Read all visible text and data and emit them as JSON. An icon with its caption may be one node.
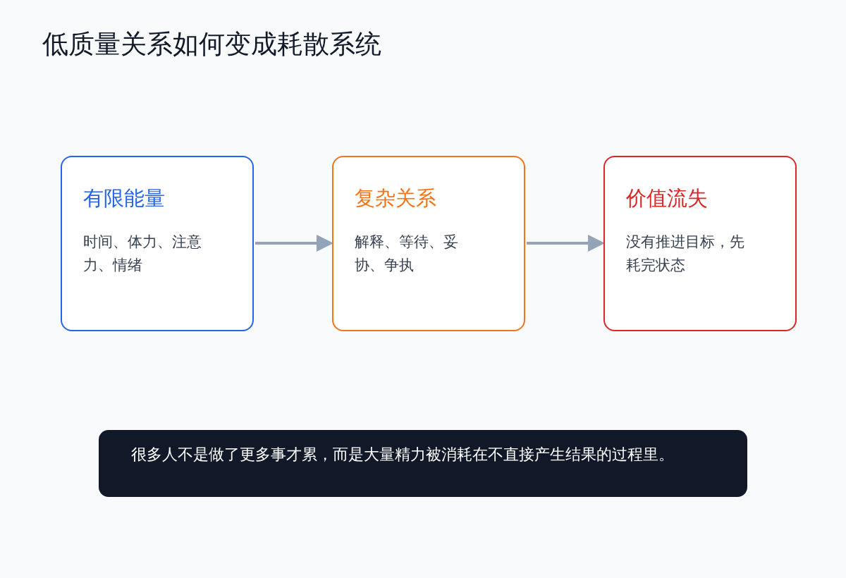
{
  "diagram": {
    "title": "低质量关系如何变成耗散系统",
    "nodes": [
      {
        "text": [
          "有限能量",
          "时间、体力、注意力、情绪"
        ]
      },
      {
        "text": [
          "复杂关系",
          "解释、等待、妥协、争执"
        ]
      },
      {
        "text": [
          "价值流失",
          "没有推进目标，先耗完状态"
        ]
      },
      {
        "text": [
          "很多人不是做了更多事才累，而是大量精力被消耗在不直接产生结果的过程里。"
        ]
      }
    ],
    "edges": [
      {
        "from": 0,
        "to": 1,
        "arrow": "to"
      },
      {
        "from": 1,
        "to": 2,
        "arrow": "to"
      }
    ]
  }
}
